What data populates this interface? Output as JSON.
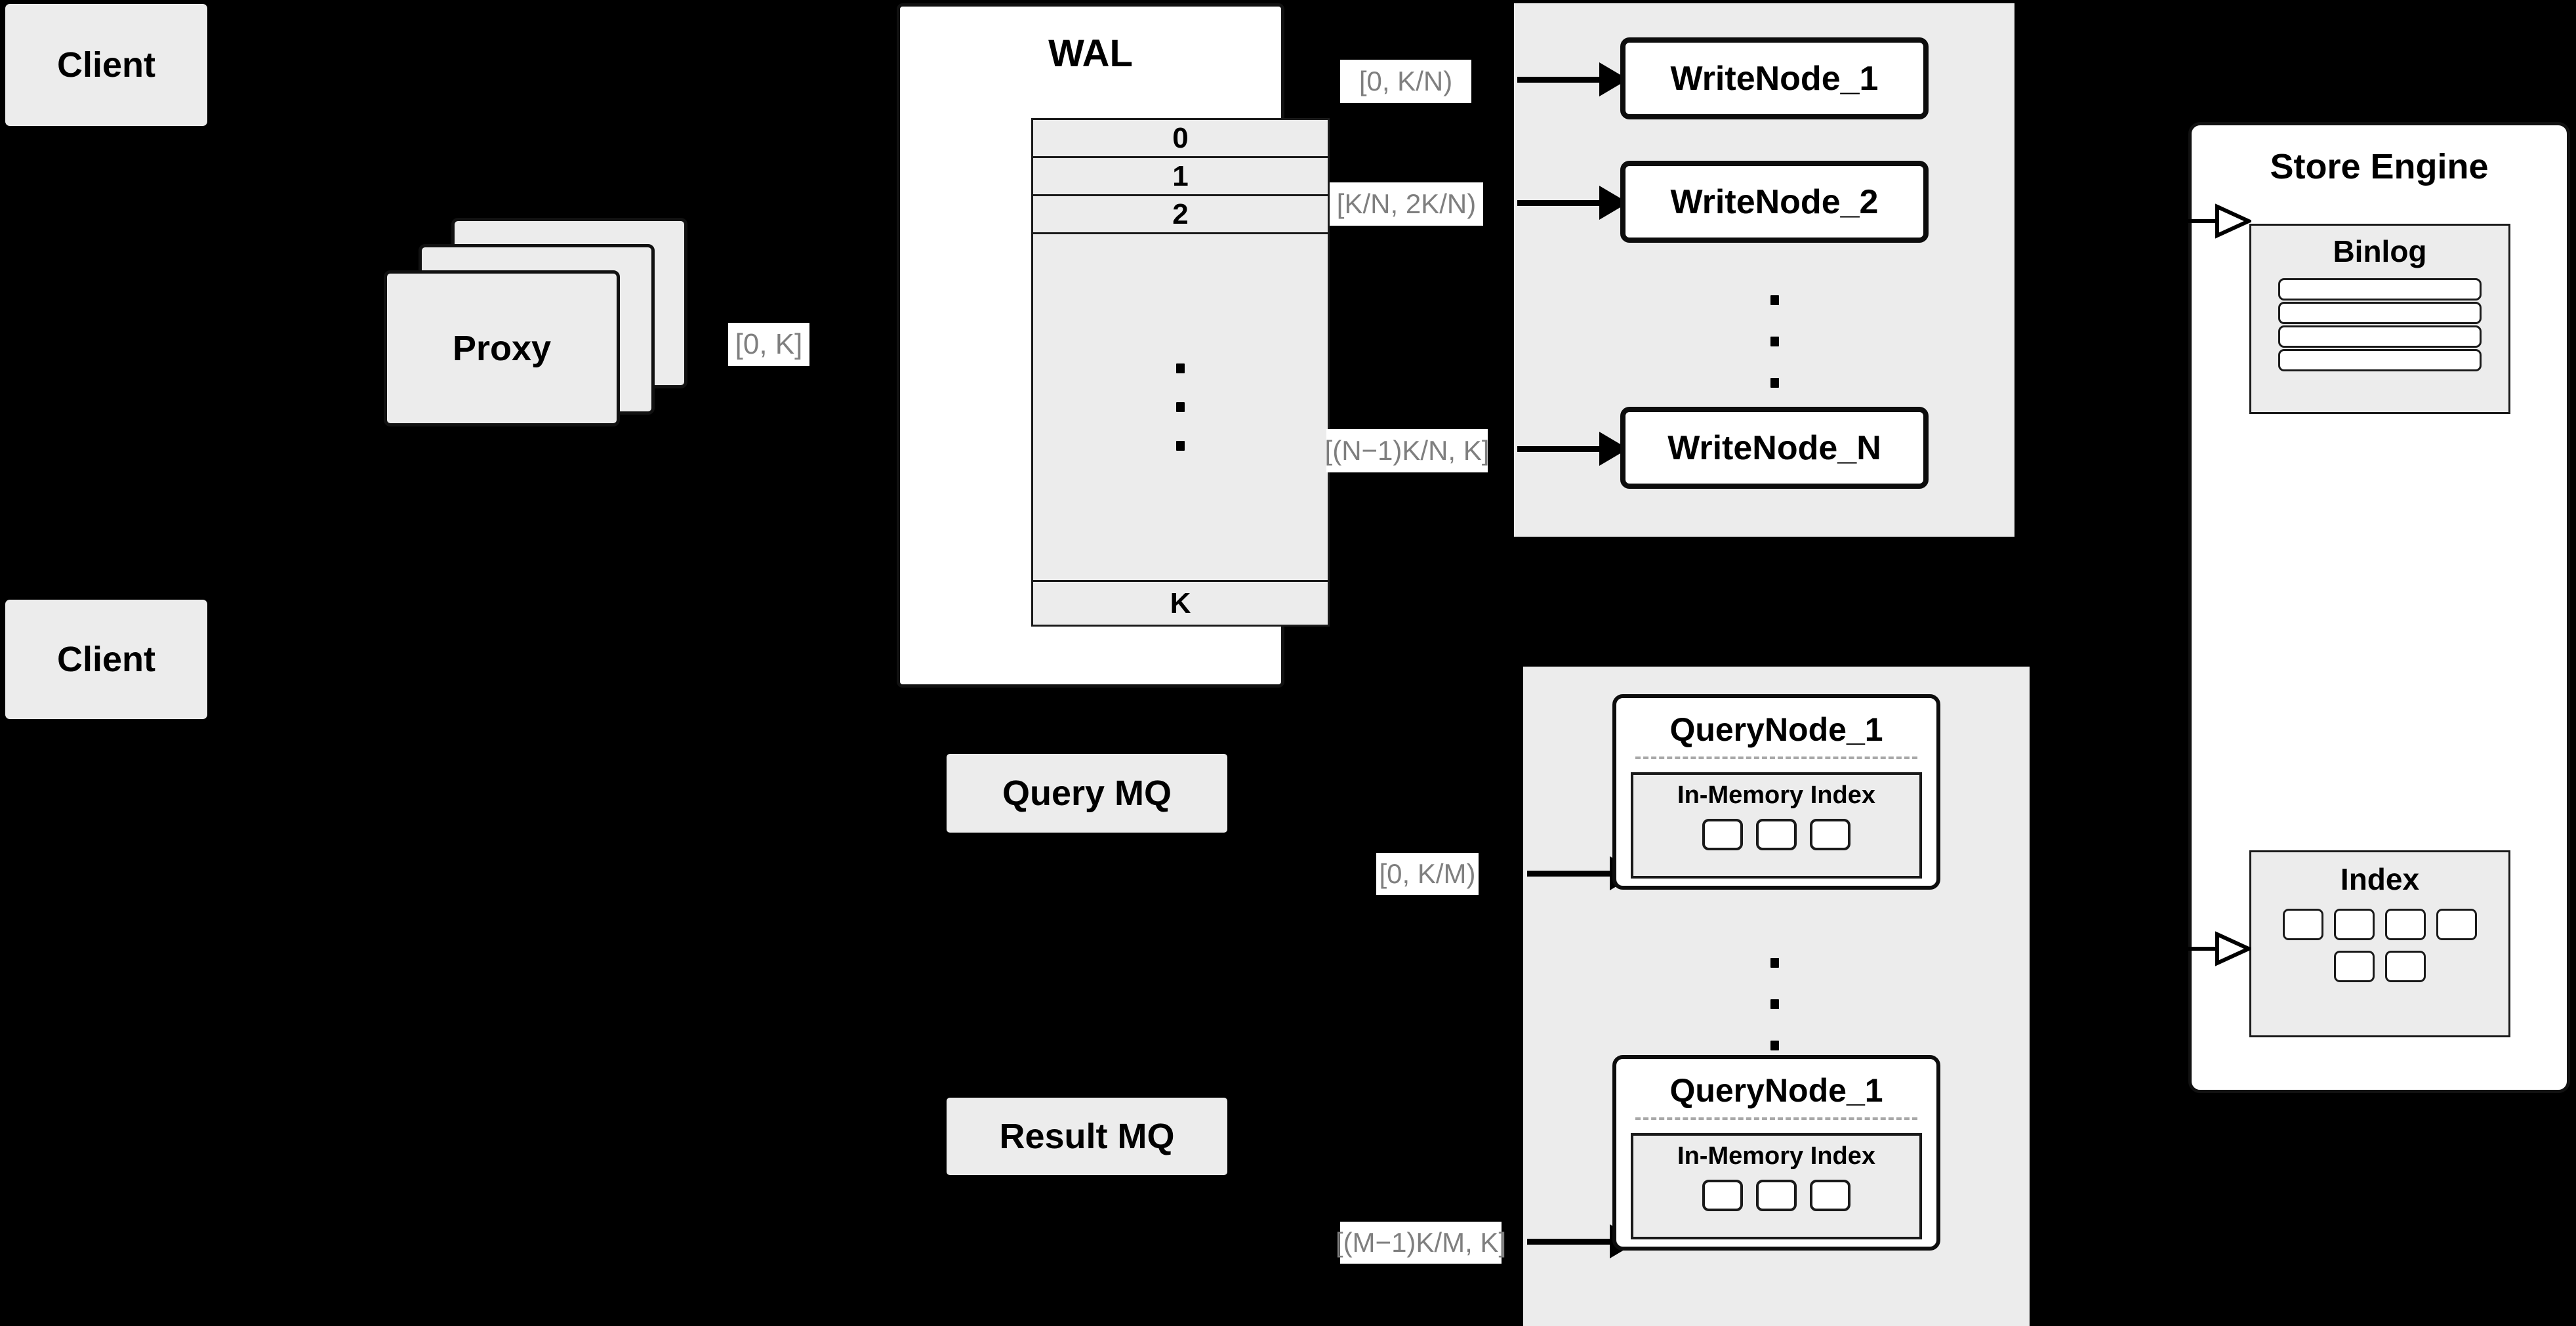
{
  "diagram": {
    "title": "Distributed Write/Query Architecture",
    "colors": {
      "background": "#000000",
      "panel_gray": "#ececec",
      "card_white": "#ffffff",
      "stroke": "#111111",
      "label_text": "#7f7f7f"
    }
  },
  "clients": [
    {
      "label": "Client"
    },
    {
      "label": "Client"
    }
  ],
  "proxy": {
    "label": "Proxy",
    "stack_count": 3
  },
  "wal": {
    "title": "WAL",
    "rows": [
      "0",
      "1",
      "2",
      "⋮",
      "K"
    ],
    "ellipsis_row_index": 3
  },
  "write_flow": {
    "range_labels": [
      "[0,  K/N)",
      "[K/N, 2K/N)",
      "[(N−1)K/N,  K]"
    ]
  },
  "write_nodes": {
    "nodes": [
      "WriteNode_1",
      "WriteNode_2",
      "WriteNode_N"
    ],
    "ellipsis_between": true
  },
  "queues": {
    "query_mq": "Query MQ",
    "result_mq": "Result MQ"
  },
  "query_flow": {
    "range_labels": [
      "[0, K/M)",
      "[(M−1)K/M, K]"
    ]
  },
  "query_nodes": [
    {
      "title": "QueryNode_1",
      "in_memory_index": {
        "title": "In-Memory Index",
        "cell_count": 3
      }
    },
    {
      "title": "QueryNode_1",
      "in_memory_index": {
        "title": "In-Memory Index",
        "cell_count": 3
      }
    }
  ],
  "store_engine": {
    "title": "Store Engine",
    "binlog": {
      "title": "Binlog",
      "bar_count": 4
    },
    "index": {
      "title": "Index",
      "cell_count": 6
    }
  }
}
